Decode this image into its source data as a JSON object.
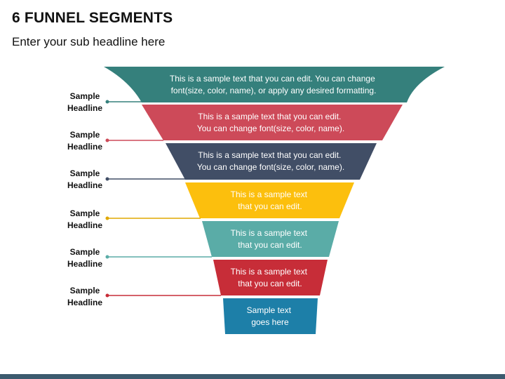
{
  "header": {
    "title": "6 FUNNEL SEGMENTS",
    "subtitle": "Enter your sub headline here"
  },
  "segments": [
    {
      "color": "#35807c",
      "lines": [
        "This is a sample text that you can edit. You can change",
        "font(size, color, name), or apply any desired formatting."
      ]
    },
    {
      "color": "#cd4a59",
      "lines": [
        "This is a sample text that you can edit.",
        "You can change font(size, color, name)."
      ]
    },
    {
      "color": "#414e66",
      "lines": [
        "This is a sample text that you can edit.",
        "You can change font(size, color, name)."
      ]
    },
    {
      "color": "#fcbf0d",
      "lines": [
        "This is a sample text",
        "that you can edit."
      ]
    },
    {
      "color": "#5aaca7",
      "lines": [
        "This is a sample text",
        "that you can edit."
      ]
    },
    {
      "color": "#c72d38",
      "lines": [
        "This is a sample text",
        "that you can edit."
      ]
    },
    {
      "color": "#1d7fa8",
      "lines": [
        "Sample text",
        "goes here"
      ]
    }
  ],
  "labels": [
    {
      "line1": "Sample",
      "line2": "Headline",
      "color": "#35807c"
    },
    {
      "line1": "Sample",
      "line2": "Headline",
      "color": "#cd4a59"
    },
    {
      "line1": "Sample",
      "line2": "Headline",
      "color": "#414e66"
    },
    {
      "line1": "Sample",
      "line2": "Headline",
      "color": "#e0a800"
    },
    {
      "line1": "Sample",
      "line2": "Headline",
      "color": "#5aaca7"
    },
    {
      "line1": "Sample",
      "line2": "Headline",
      "color": "#c72d38"
    }
  ],
  "theme": {
    "bottom_bar": "#3c5a6e"
  }
}
